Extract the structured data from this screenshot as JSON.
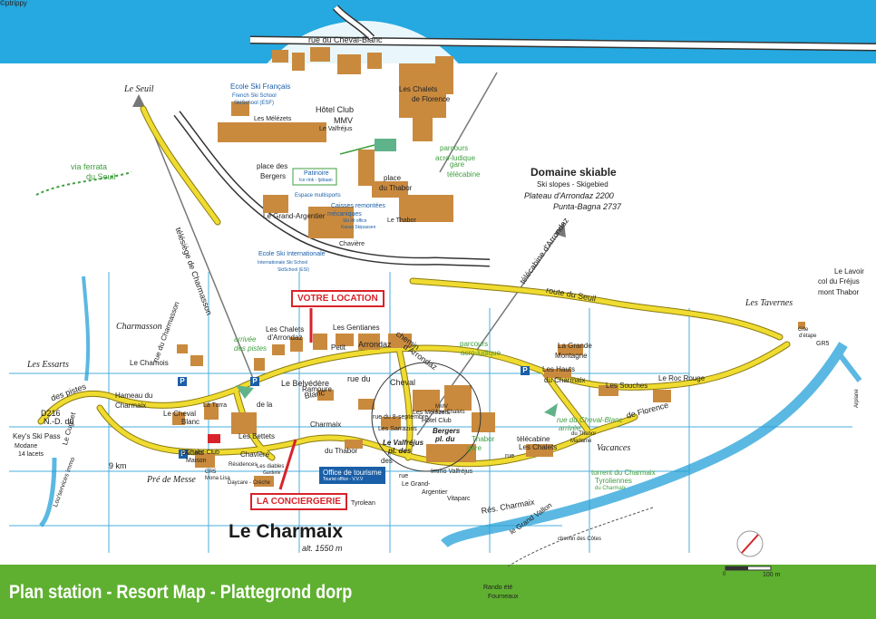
{
  "title": "Plan station - Resort Map - Plattegrond dorp",
  "village": {
    "name": "Le Charmaix",
    "altitude": "alt. 1550 m"
  },
  "callouts": {
    "rental": "VOTRE LOCATION",
    "concierge": "LA CONCIERGERIE"
  },
  "office": {
    "name": "Office de tourisme",
    "sub": "Tourist office - V.V.V"
  },
  "domaine": {
    "title": "Domaine skiable",
    "sub": "Ski slopes - Skigebied",
    "line1": "Plateau d'Arrondaz 2200",
    "line2": "Punta-Bagna 2737"
  },
  "scale": {
    "zero": "0",
    "hundred": "100 m"
  },
  "parking": "P",
  "colors": {
    "top_band": "#26a9e0",
    "bottom_band": "#5fb030",
    "road": "#f0dc30",
    "building": "#c98a3e",
    "water": "#5bb8e2",
    "red": "#d8232a",
    "grid": "#2a9fd6"
  },
  "inset_labels": [
    "rue du Cheval-Blanc",
    "Ecole Ski Français",
    "French Ski School",
    "SkiSchool (ESF)",
    "Les Mélézets",
    "Hôtel Club",
    "MMV",
    "Le Valfréjus",
    "Les Chalets",
    "de Florence",
    "parcours",
    "acro-ludique",
    "Patinoire",
    "Ice rink - Ijsbaan",
    "Espace multisports",
    "place des",
    "Bergers",
    "gare",
    "télécabine",
    "place",
    "du Thabor",
    "Caisses remontées",
    "mécaniques",
    "Ski lift office",
    "Kassa Skipassen",
    "Le Grand-Argentier",
    "Le Thabor",
    "Chavière",
    "Ecole Ski Internationale",
    "Internationale Ski School",
    "SkiSchool (ESI)"
  ],
  "map_labels": [
    "Le Seuil",
    "via ferrata",
    "du Seuil",
    "télésiège de Charmasson",
    "télécabine d'Arrondaz",
    "route du Seuil",
    "Les Tavernes",
    "Le Lavoir",
    "col du Fréjus",
    "mont Thabor",
    "Gîte",
    "d'étape",
    "GR5",
    "Charmasson",
    "Les Essarts",
    "Le Chamois",
    "rue du Charmasson",
    "arrivée",
    "des pistes",
    "Les Chalets",
    "d'Arrondaz",
    "Les Gentianes",
    "chemin",
    "d'Arrondaz",
    "Petit",
    "Arrondaz",
    "parcours",
    "acro-ludique",
    "La Grande",
    "Montagne",
    "Les Hauts",
    "du Charmaix",
    "Le Roc Rouge",
    "Les Souches",
    "Hameau du",
    "Charmaix",
    "Le Cheval",
    "Blanc",
    "La Turra",
    "de la",
    "Ramoure",
    "Le Belvédère",
    "rue du",
    "Cheval",
    "Blanc",
    "rue du 8-septembre",
    "Les Mélèzets",
    "Hôtel Club",
    "MMV",
    "Les Chalets",
    "de Florence",
    "rue du Cheval-Blanc",
    "arrivée",
    "des pistes",
    "D216",
    "N.-D. du",
    "Charmaix",
    "Les Sarrazins",
    "Le Valfréjus",
    "pl. des",
    "Bergers",
    "pl. du",
    "Thabor",
    "gare",
    "télécabine",
    "Les Chalets",
    "du Thabor",
    "Madame",
    "Vacances",
    "Les Bettets",
    "Chalet-Club",
    "Maison",
    "du Thabor",
    "Bettets",
    "rue",
    "Key's Ski Pass",
    "Modane",
    "14 lacets",
    "9 km",
    "Pré de Messe",
    "Le Cugnet",
    "GR5",
    "Mona Lisa",
    "Résidences",
    "Les diables",
    "Garderie",
    "Daycare - Crèche",
    "Immo Valfréjus",
    "Chavière",
    "des",
    "rue",
    "Le Grand-",
    "Argentier",
    "Vitaparc",
    "Rés. Charmaix",
    "torrent du Charmaix",
    "Tyroliennes",
    "du Charmaix",
    "Tyrolean",
    "Lou'services immo",
    "le Grand Vallon",
    "chemin des Côtes",
    "Rando été",
    "Fourneaux",
    "Arplane",
    "©ptrippy"
  ]
}
